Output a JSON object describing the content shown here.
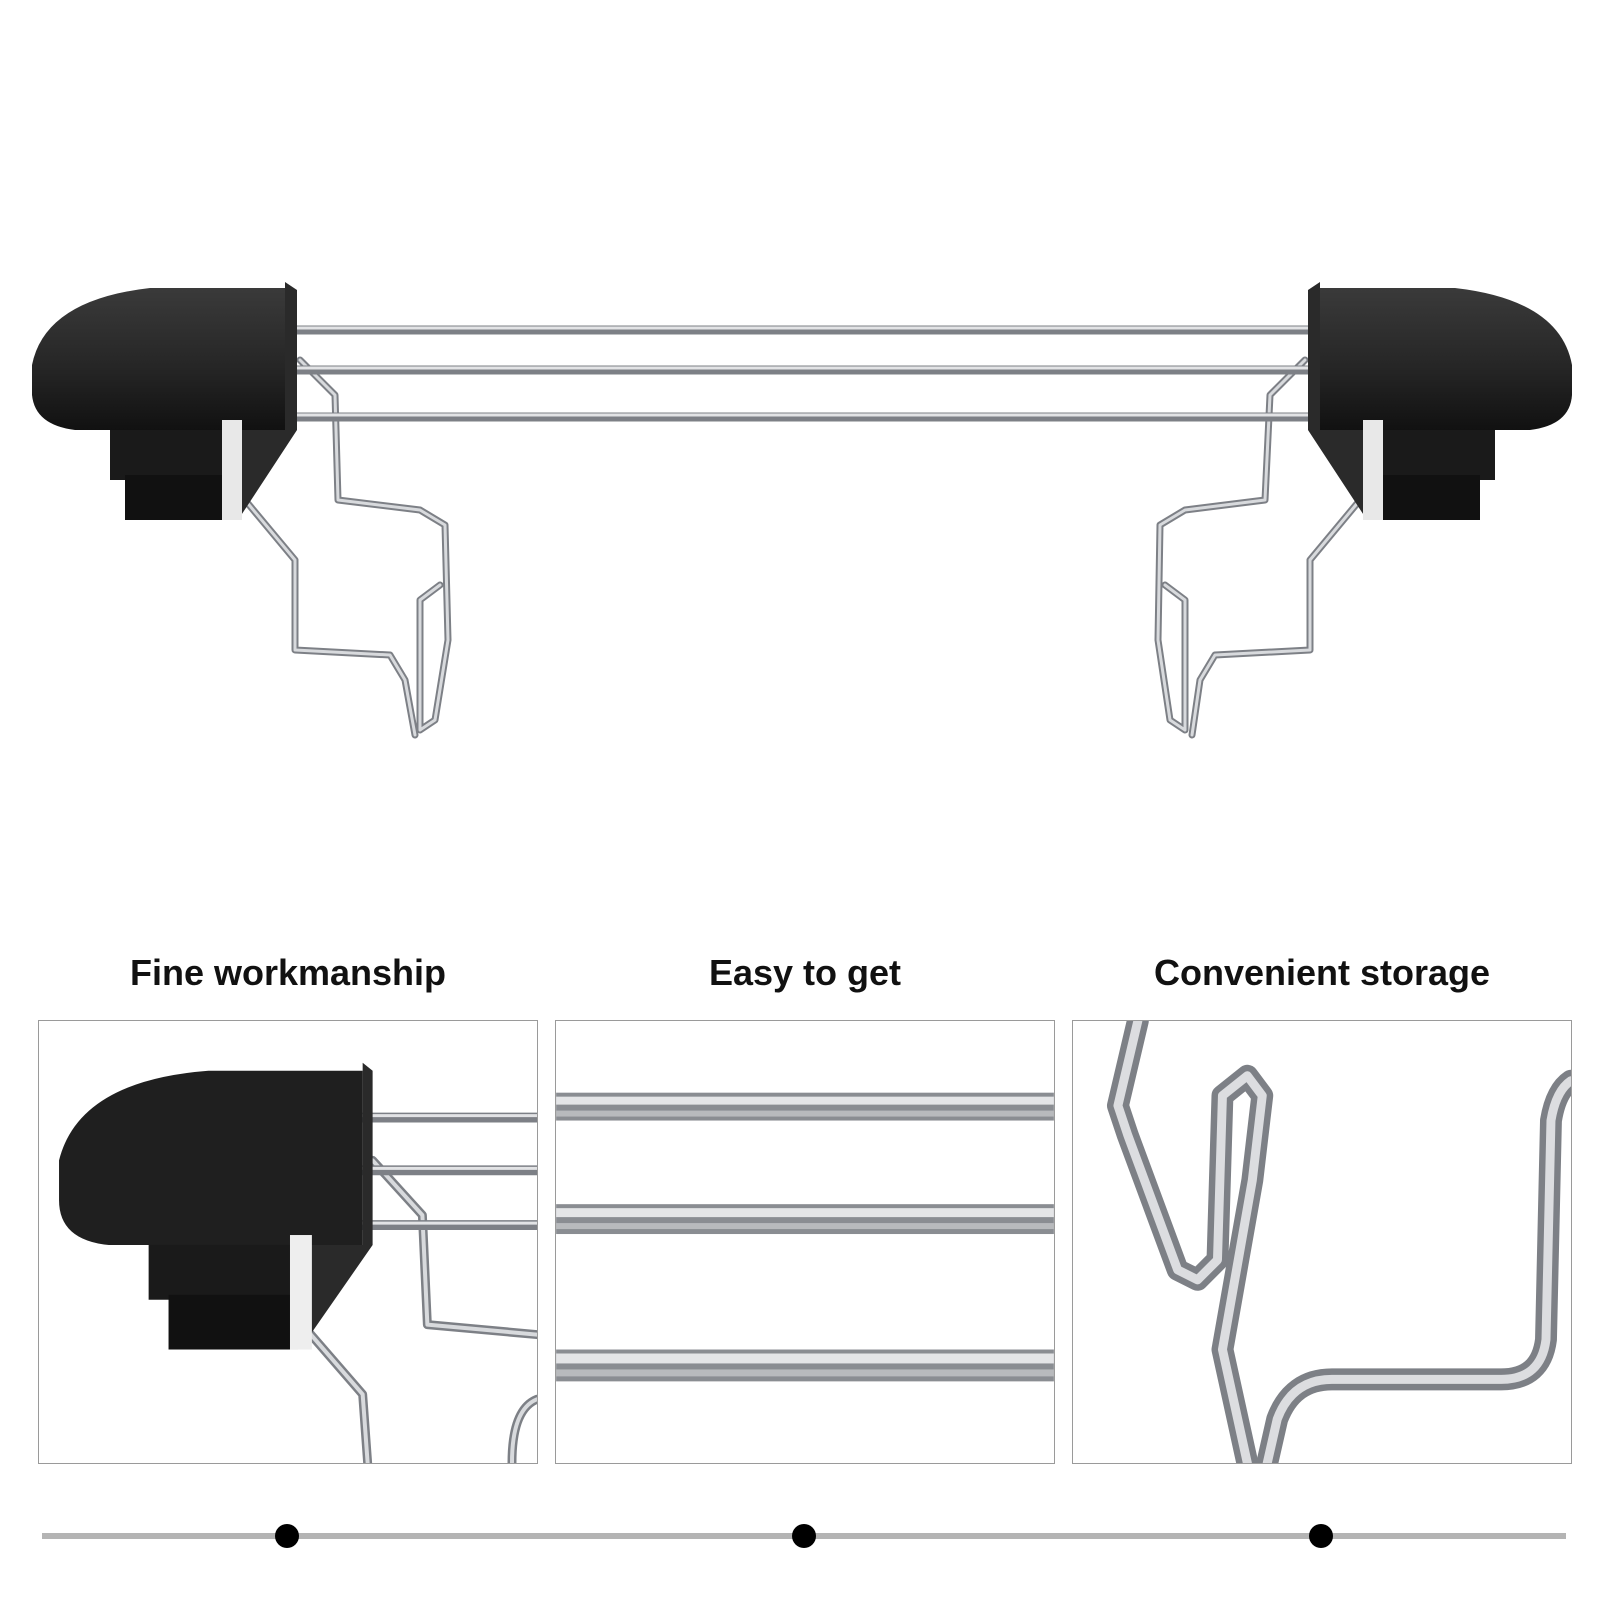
{
  "features": [
    {
      "caption": "Fine workmanship",
      "image": "end-cap-detail"
    },
    {
      "caption": "Easy to get",
      "image": "rods-detail"
    },
    {
      "caption": "Convenient storage",
      "image": "hook-detail"
    }
  ],
  "colors": {
    "plastic": "#1c1c1c",
    "plastic_edge": "#333333",
    "steel": "#c6c8cb",
    "steel_dark": "#7d8086",
    "timeline": "#b4b4b4",
    "dot": "#000000",
    "caption": "#111111",
    "panel_border": "#9a9a9a"
  }
}
